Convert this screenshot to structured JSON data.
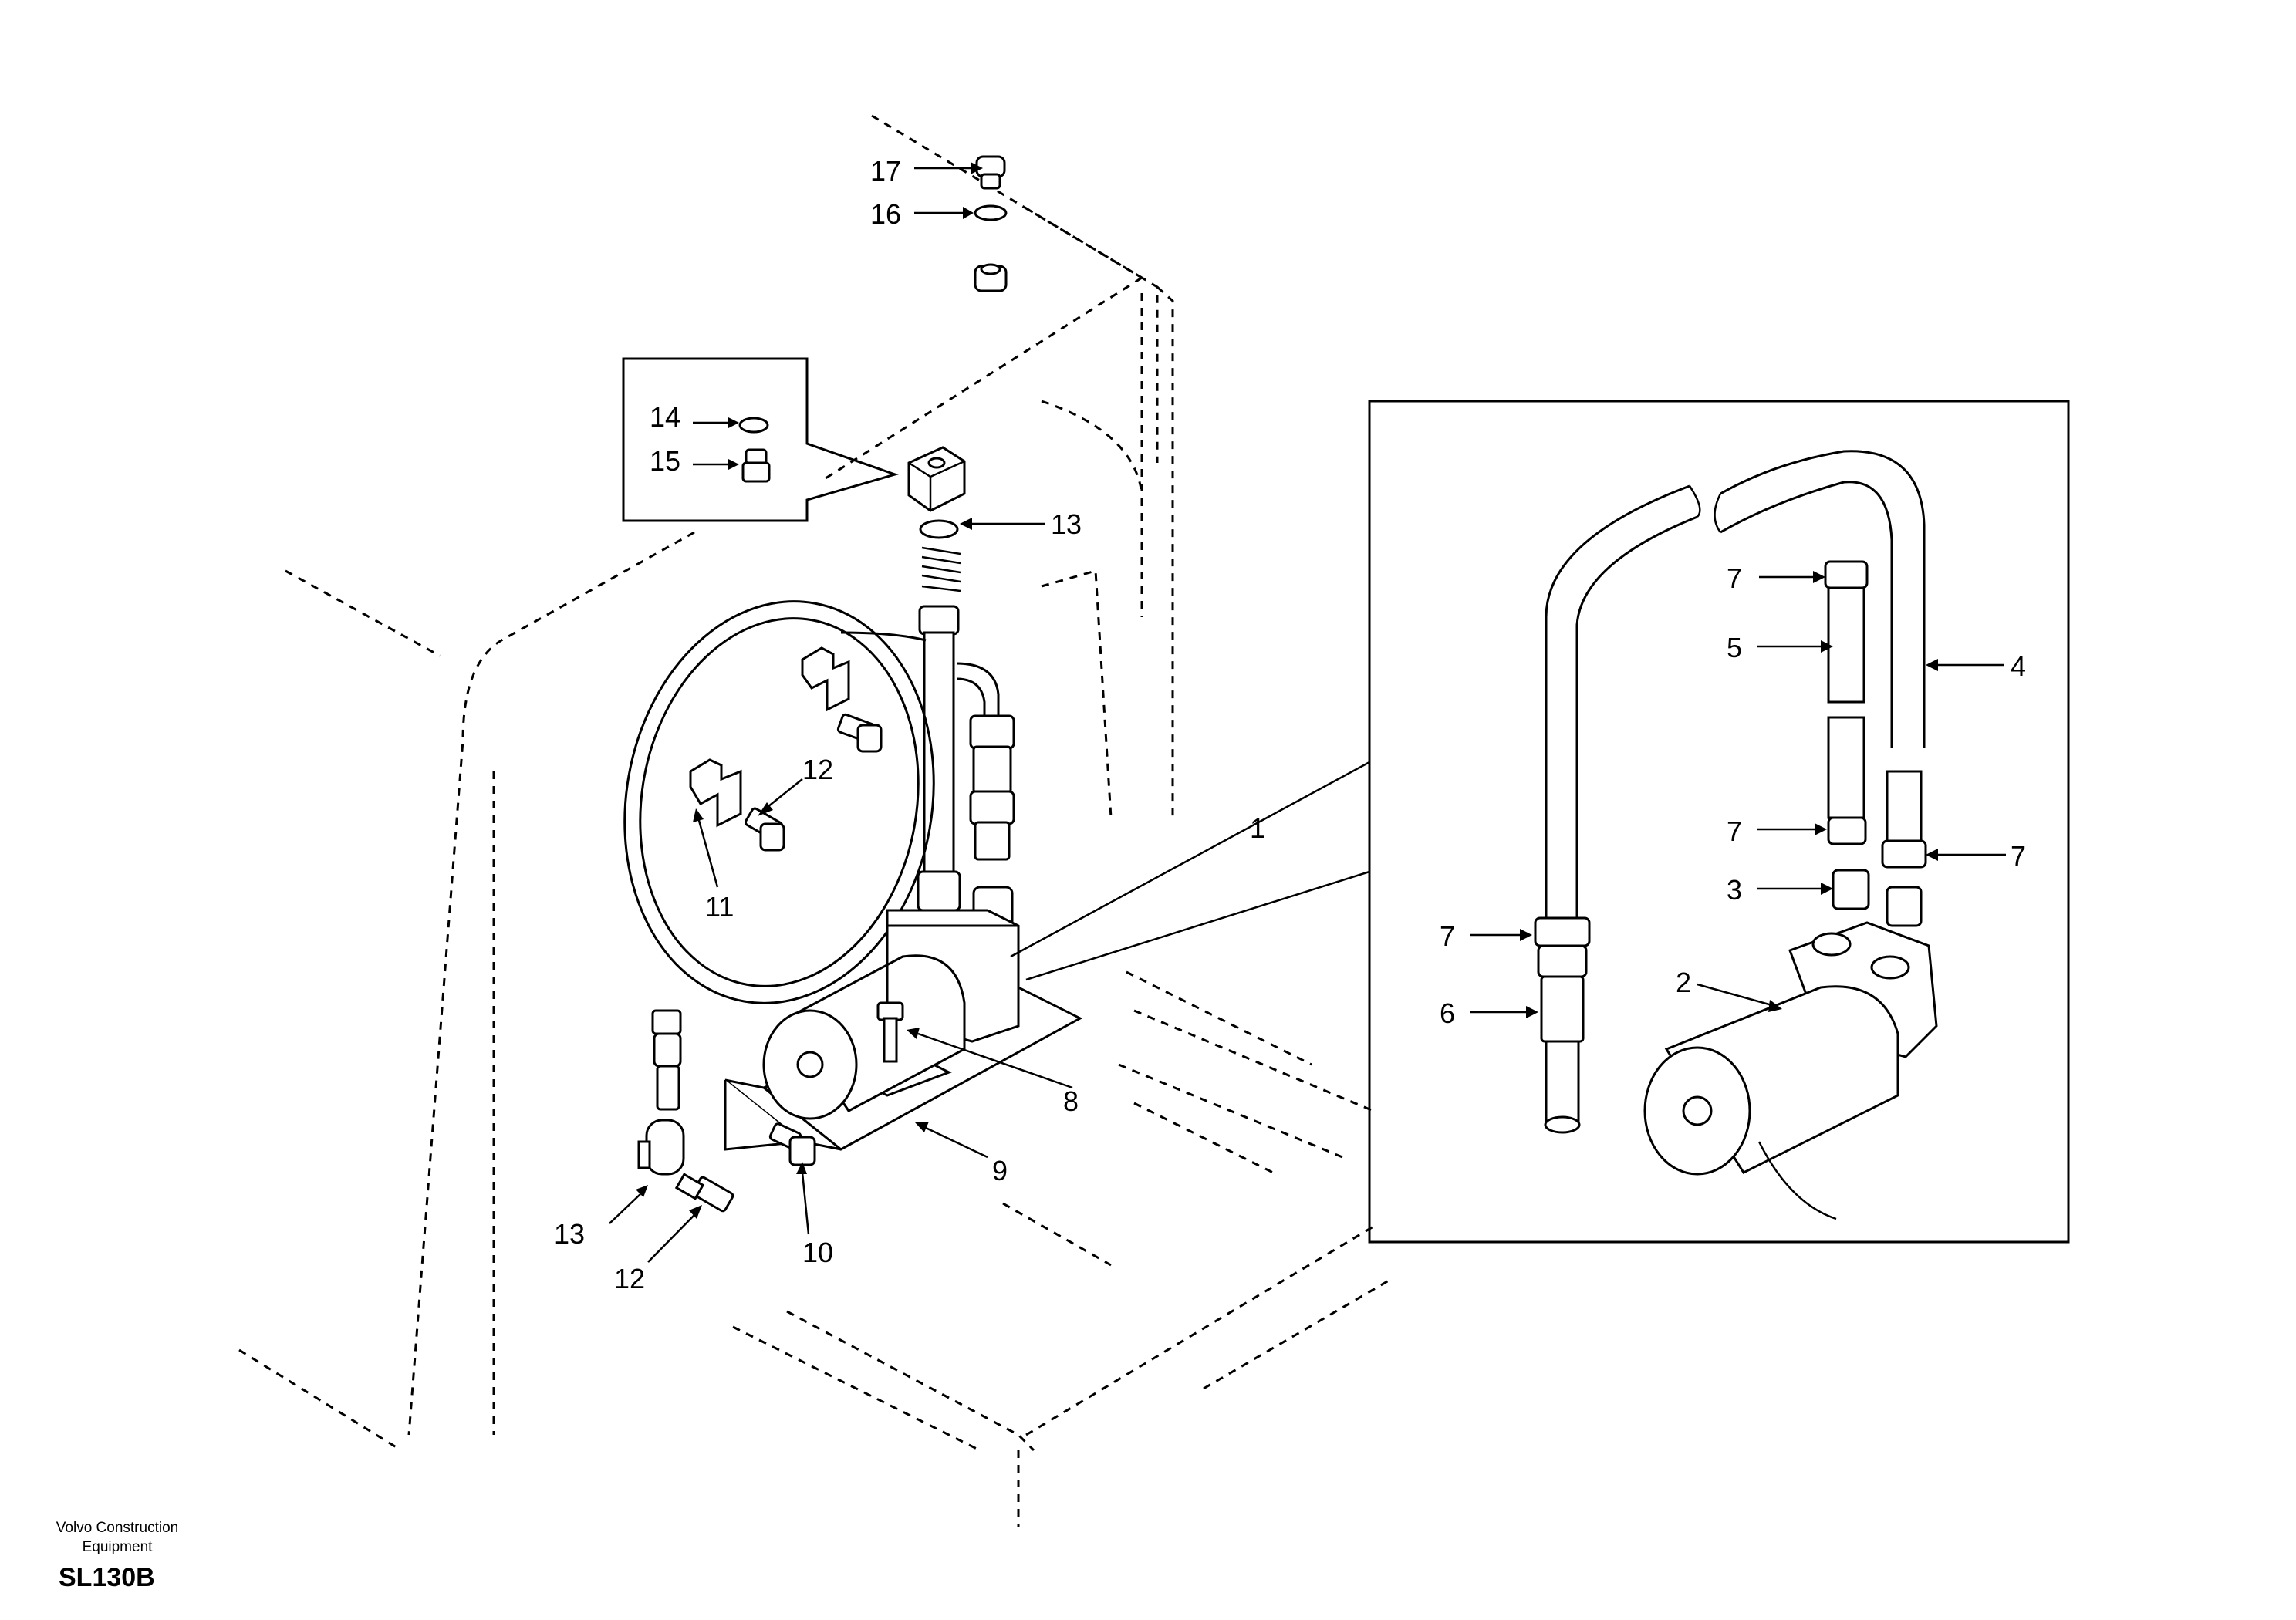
{
  "labels": {
    "l17": "17",
    "l16": "16",
    "l14": "14",
    "l15": "15",
    "l13_top": "13",
    "l12_mid": "12",
    "l11": "11",
    "l1": "1",
    "l8": "8",
    "l9": "9",
    "l10": "10",
    "l13_bottom": "13",
    "l12_bottom": "12",
    "l7_top": "7",
    "l5": "5",
    "l4": "4",
    "l7_mid": "7",
    "l7_right": "7",
    "l3": "3",
    "l7_left": "7",
    "l2": "2",
    "l6": "6"
  },
  "footer": {
    "company_line1": "Volvo Construction",
    "company_line2": "Equipment",
    "model": "SL130B"
  },
  "icons": {
    "pump_motor": "pump-motor-icon",
    "hose_loop": "hose-loop-icon",
    "tank_outline": "tank-outline-icon"
  }
}
